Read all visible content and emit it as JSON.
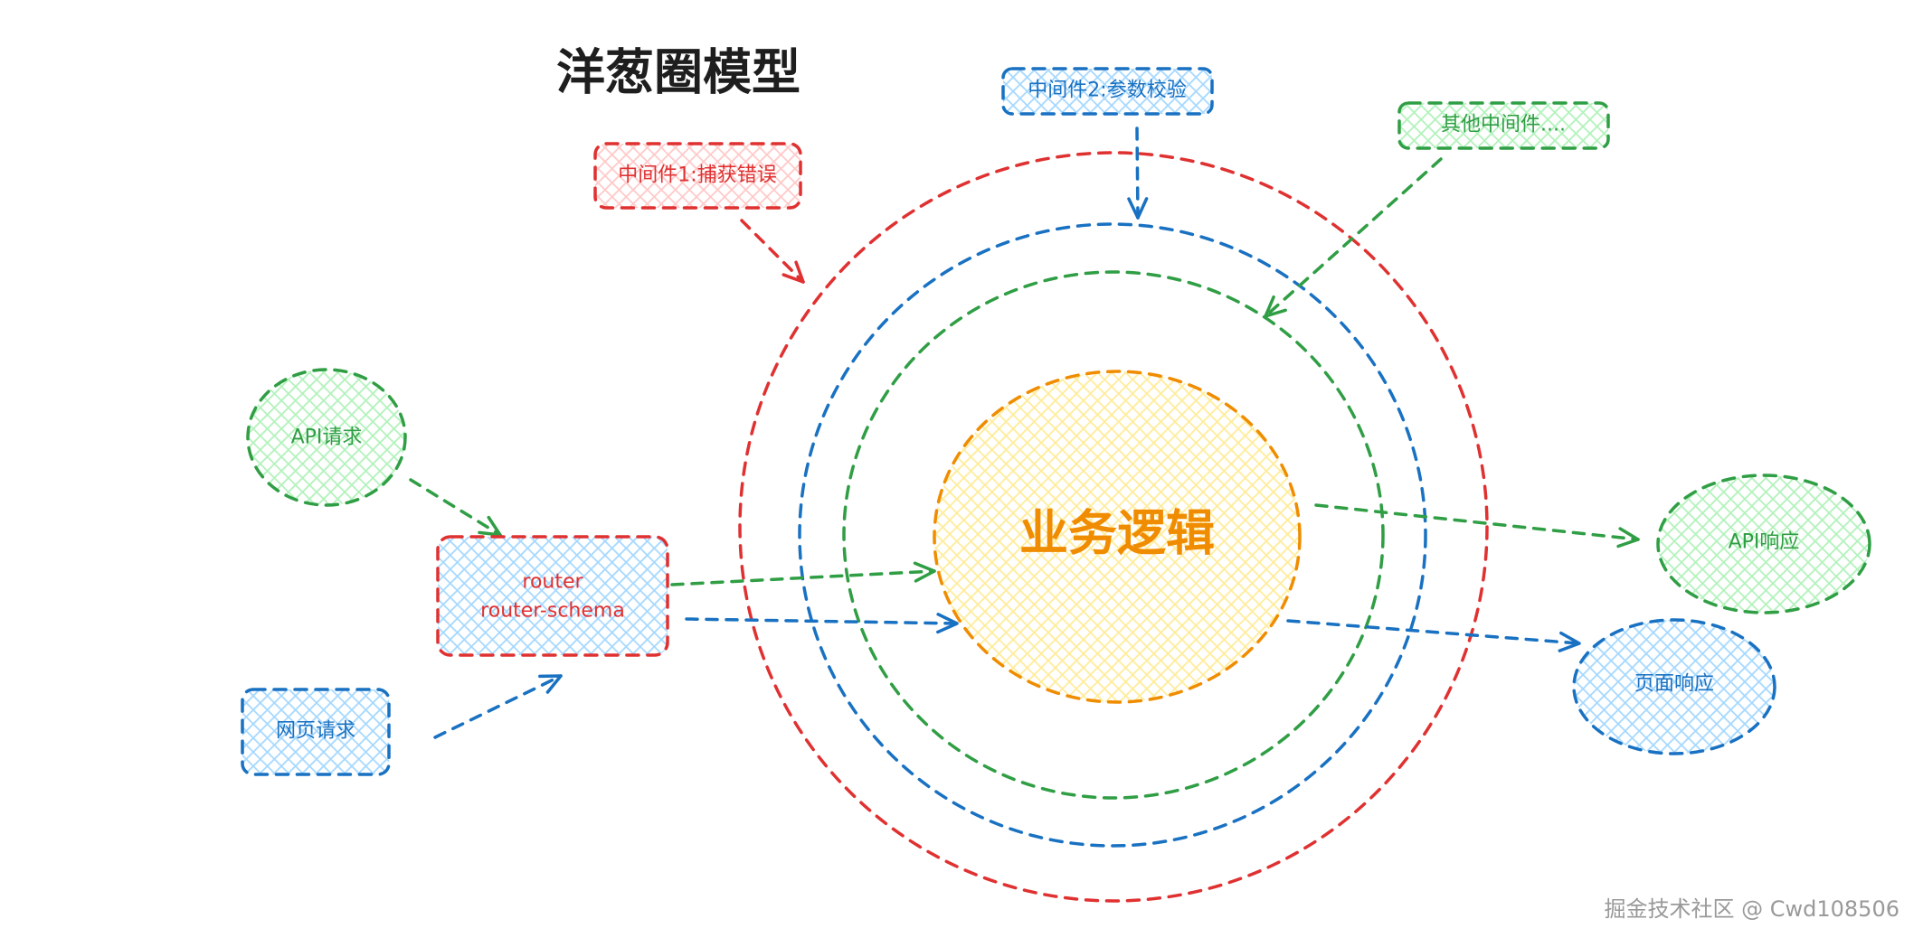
{
  "title": "洋葱圈模型",
  "middlewares": [
    {
      "label": "中间件1:捕获错误"
    },
    {
      "label": "中间件2:参数校验"
    },
    {
      "label": "其他中间件...."
    }
  ],
  "core": {
    "label": "业务逻辑"
  },
  "inputs": {
    "api_request": "API请求",
    "web_request": "网页请求"
  },
  "router": {
    "lines": [
      "router",
      "router-schema"
    ]
  },
  "outputs": {
    "api_response": "API响应",
    "page_response": "页面响应"
  },
  "watermark": "掘金技术社区 @ Cwd108506",
  "colors": {
    "red": "#e03131",
    "blue": "#1971c2",
    "green": "#2f9e44",
    "orange": "#f08c00",
    "title": "#1e1e1e",
    "red_fill": "#ffc9c9",
    "blue_fill": "#a5d8ff",
    "green_fill": "#b2f2bb",
    "yellow_fill": "#ffec99",
    "watermark": "#999999"
  }
}
